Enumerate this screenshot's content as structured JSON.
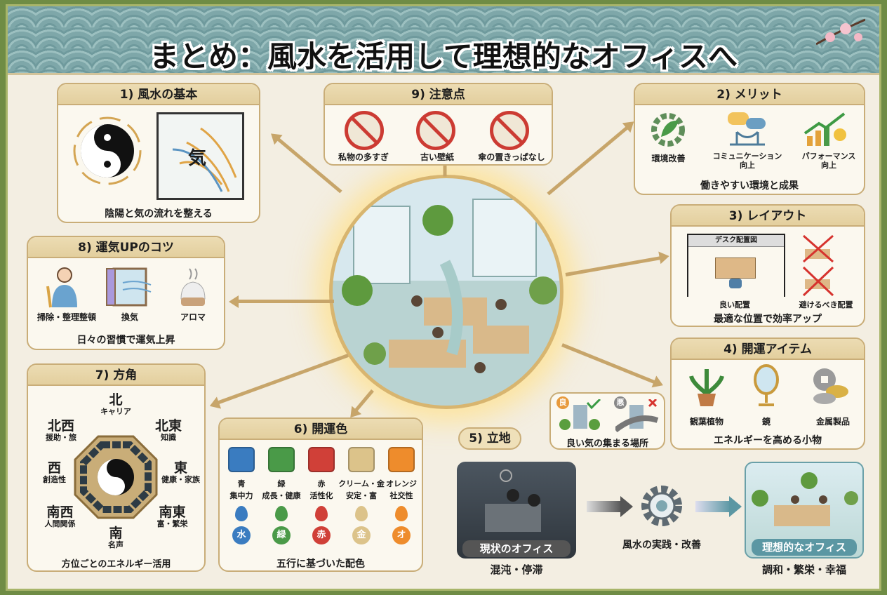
{
  "title": "まとめ：風水を活用して理想的なオフィスへ",
  "p1": {
    "header": "1) 風水の基本",
    "ki": "気",
    "caption": "陰陽と気の流れを整える"
  },
  "p9": {
    "header": "9) 注意点",
    "items": [
      "私物の多すぎ",
      "古い壁紙",
      "傘の置きっぱなし"
    ]
  },
  "p2": {
    "header": "2) メリット",
    "items": [
      "環境改善",
      "コミュニケーション\n向上",
      "パフォーマンス\n向上"
    ],
    "caption": "働きやすい環境と成果"
  },
  "p3": {
    "header": "3) レイアウト",
    "diagram_title": "デスク配置図",
    "good": "良い配置",
    "bad": "避けるべき配置",
    "caption": "最適な位置で効率アップ"
  },
  "p4": {
    "header": "4) 開運アイテム",
    "items": [
      "観葉植物",
      "鏡",
      "金属製品"
    ],
    "caption": "エネルギーを高める小物"
  },
  "p5": {
    "header": "5) 立地",
    "good_badge": "良",
    "bad_badge": "悪",
    "caption": "良い気の集まる場所"
  },
  "p6": {
    "header": "6) 開運色",
    "colors": [
      {
        "name": "青",
        "meaning": "集中力",
        "element": "水",
        "hex": "#3a7cc0"
      },
      {
        "name": "緑",
        "meaning": "成長・健康",
        "element": "緑",
        "hex": "#4a9a48"
      },
      {
        "name": "赤",
        "meaning": "活性化",
        "element": "赤",
        "hex": "#d04038"
      },
      {
        "name": "クリーム・金",
        "meaning": "安定・富",
        "element": "金",
        "hex": "#dcc38a"
      },
      {
        "name": "オレンジ",
        "meaning": "社交性",
        "element": "オ",
        "hex": "#ee8c2c"
      }
    ],
    "caption": "五行に基づいた配色"
  },
  "p7": {
    "header": "7) 方角",
    "dirs": [
      {
        "d": "北",
        "m": "キャリア"
      },
      {
        "d": "北東",
        "m": "知識"
      },
      {
        "d": "東",
        "m": "健康・家族"
      },
      {
        "d": "南東",
        "m": "富・繁栄"
      },
      {
        "d": "南",
        "m": "名声"
      },
      {
        "d": "南西",
        "m": "人間関係"
      },
      {
        "d": "西",
        "m": "創造性"
      },
      {
        "d": "北西",
        "m": "援助・旅"
      }
    ],
    "caption": "方位ごとのエネルギー活用"
  },
  "p8": {
    "header": "8) 運気UPのコツ",
    "items": [
      "掃除・整理整頓",
      "換気",
      "アロマ"
    ],
    "caption": "日々の習慣で運気上昇"
  },
  "flow": {
    "before_label": "現状のオフィス",
    "before_sub": "混沌・停滞",
    "process": "風水の実践・改善",
    "after_label": "理想的なオフィス",
    "after_sub": "調和・繁栄・幸福"
  }
}
